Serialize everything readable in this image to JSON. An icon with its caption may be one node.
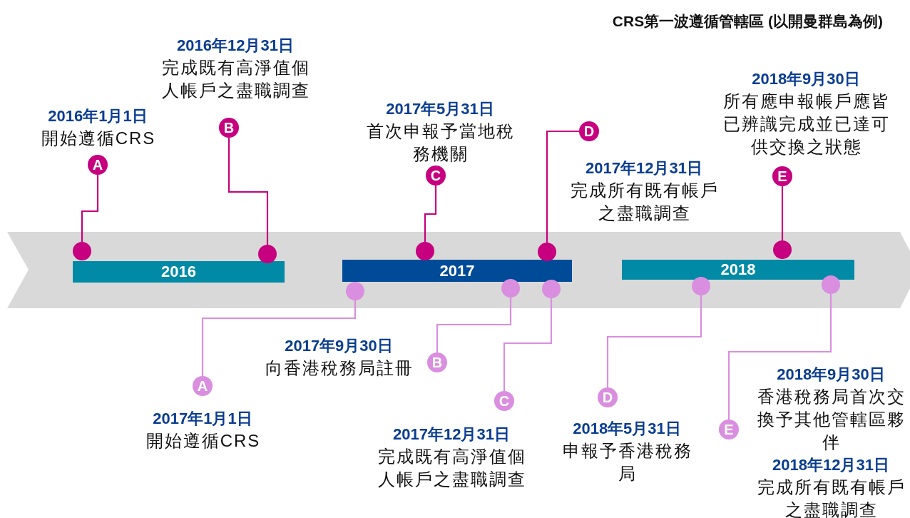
{
  "diagram": {
    "title": "CRS第一波遵循管轄區 (以開曼群島為例)",
    "nodes": [
      {
        "text": [
          "2016"
        ]
      },
      {
        "text": [
          "2017"
        ]
      },
      {
        "text": [
          "2018"
        ]
      },
      {
        "text": [],
        "shape": "circle"
      },
      {
        "text": [],
        "shape": "circle"
      },
      {
        "text": [],
        "shape": "circle"
      },
      {
        "text": [],
        "shape": "circle"
      },
      {
        "text": [],
        "shape": "circle"
      },
      {
        "text": [],
        "shape": "circle"
      },
      {
        "text": [],
        "shape": "circle"
      },
      {
        "text": [],
        "shape": "circle"
      },
      {
        "text": [],
        "shape": "circle"
      },
      {
        "text": [],
        "shape": "circle"
      },
      {
        "text": [
          "A"
        ],
        "beside": [
          "2016年1月1日",
          "開始遵循CRS"
        ]
      },
      {
        "text": [
          "B"
        ],
        "beside": [
          "2016年12月31日",
          "完成既有高淨值個人帳戶之盡職調查"
        ]
      },
      {
        "text": [
          "C"
        ],
        "beside": [
          "2017年5月31日",
          "首次申報予當地稅務機關"
        ]
      },
      {
        "text": [
          "D"
        ],
        "beside": [
          "2017年12月31日",
          "完成所有既有帳戶之盡職調查"
        ]
      },
      {
        "text": [
          "E"
        ],
        "beside": [
          "2018年9月30日",
          "所有應申報帳戶應皆已辨識完成並已達可供交換之狀態"
        ]
      },
      {
        "text": [
          "A"
        ],
        "beside": [
          "2017年1月1日",
          "開始遵循CRS"
        ]
      },
      {
        "text": [
          "B"
        ],
        "beside": [
          "2017年9月30日",
          "向香港稅務局註冊"
        ]
      },
      {
        "text": [
          "C"
        ],
        "beside": [
          "2017年12月31日",
          "完成既有高淨值個人帳戶之盡職調查"
        ]
      },
      {
        "text": [
          "D"
        ],
        "beside": [
          "2018年5月31日",
          "申報予香港稅務局"
        ]
      },
      {
        "text": [
          "E"
        ],
        "beside": [
          "2018年9月30日",
          "香港稅務局首次交換予其他管轄區夥伴",
          "2018年12月31日",
          "完成所有既有帳戶之盡職調查"
        ]
      }
    ],
    "edges": [
      {
        "from": 3,
        "to": 13,
        "arrow": "none",
        "color": "#c6007e"
      },
      {
        "from": 4,
        "to": 14,
        "arrow": "none",
        "color": "#c6007e"
      },
      {
        "from": 5,
        "to": 15,
        "arrow": "none",
        "color": "#c6007e"
      },
      {
        "from": 6,
        "to": 16,
        "arrow": "none",
        "color": "#c6007e"
      },
      {
        "from": 7,
        "to": 17,
        "arrow": "none",
        "color": "#c6007e"
      },
      {
        "from": 8,
        "to": 18,
        "arrow": "none",
        "color": "#d98ee0"
      },
      {
        "from": 9,
        "to": 19,
        "arrow": "none",
        "color": "#d98ee0"
      },
      {
        "from": 10,
        "to": 20,
        "arrow": "none",
        "color": "#d98ee0"
      },
      {
        "from": 11,
        "to": 21,
        "arrow": "none",
        "color": "#d98ee0"
      },
      {
        "from": 12,
        "to": 22,
        "arrow": "none",
        "color": "#d98ee0"
      }
    ]
  }
}
